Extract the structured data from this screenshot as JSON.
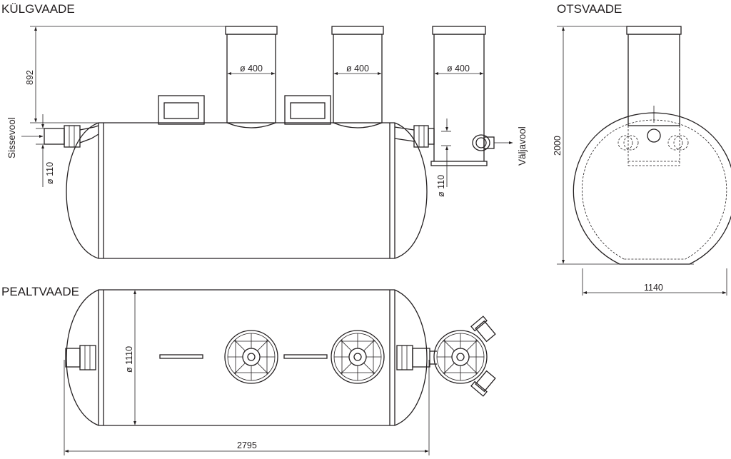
{
  "views": {
    "side": "KÜLGVAADE",
    "end": "OTSVAADE",
    "top": "PEALTVAADE"
  },
  "dimensions": {
    "riser_height": "892",
    "riser_diameter": "ø 400",
    "inlet_pipe_diameter": "ø 110",
    "outlet_pipe_diameter": "ø 110",
    "total_height": "2000",
    "width": "1140",
    "tank_diameter": "ø 1110",
    "total_length": "2795"
  },
  "labels": {
    "inflow": "Sissevool",
    "outflow": "Väljavool"
  }
}
